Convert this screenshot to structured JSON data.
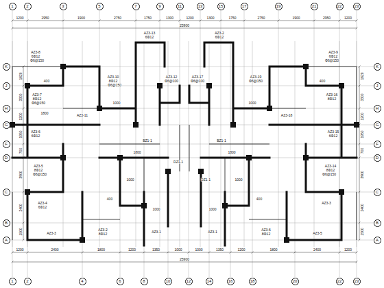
{
  "diagram": {
    "nodes": [
      {
        "text": [
          "1"
        ]
      },
      {
        "text": [
          "2"
        ]
      },
      {
        "text": [
          "3"
        ]
      },
      {
        "text": [
          "5"
        ]
      },
      {
        "text": [
          "7"
        ]
      },
      {
        "text": [
          "9"
        ]
      },
      {
        "text": [
          "11"
        ]
      },
      {
        "text": [
          "13"
        ]
      },
      {
        "text": [
          "15"
        ]
      },
      {
        "text": [
          "17"
        ]
      },
      {
        "text": [
          "19"
        ]
      },
      {
        "text": [
          "21"
        ]
      },
      {
        "text": [
          "22"
        ]
      },
      {
        "text": [
          "23"
        ]
      },
      {
        "text": [
          "K"
        ]
      },
      {
        "text": [
          "J"
        ]
      },
      {
        "text": [
          "H"
        ]
      },
      {
        "text": [
          "G"
        ]
      },
      {
        "text": [
          "F"
        ]
      },
      {
        "text": [
          "D"
        ]
      },
      {
        "text": [
          "C"
        ]
      },
      {
        "text": [
          "B"
        ]
      },
      {
        "text": [
          "A"
        ]
      },
      {
        "text": [
          "K"
        ]
      },
      {
        "text": [
          "J"
        ]
      },
      {
        "text": [
          "H"
        ]
      },
      {
        "text": [
          "G"
        ]
      },
      {
        "text": [
          "F"
        ]
      },
      {
        "text": [
          "D"
        ]
      },
      {
        "text": [
          "C"
        ]
      },
      {
        "text": [
          "B"
        ]
      },
      {
        "text": [
          "A"
        ]
      },
      {
        "text": [
          "1"
        ]
      },
      {
        "text": [
          "2"
        ]
      },
      {
        "text": [
          "4"
        ]
      },
      {
        "text": [
          "6"
        ]
      },
      {
        "text": [
          "8"
        ]
      },
      {
        "text": [
          "10"
        ]
      },
      {
        "text": [
          "12"
        ]
      },
      {
        "text": [
          "14"
        ]
      },
      {
        "text": [
          "16"
        ]
      },
      {
        "text": [
          "18"
        ]
      },
      {
        "text": [
          "20"
        ]
      },
      {
        "text": [
          "22"
        ]
      },
      {
        "text": [
          "23"
        ]
      }
    ],
    "labels": [
      "1200",
      "2950",
      "1900",
      "2750",
      "1750",
      "1300",
      "1200",
      "1300",
      "1750",
      "2750",
      "1900",
      "2950",
      "1200",
      "25900",
      "1200",
      "2400",
      "1800",
      "1200",
      "1350",
      "1000",
      "1000",
      "1350",
      "1200",
      "1800",
      "2400",
      "1200",
      "25900",
      "1620",
      "3300",
      "1200",
      "1950",
      "700",
      "3900",
      "2400",
      "1500",
      "1620",
      "3300",
      "1200",
      "1950",
      "700",
      "3900",
      "2400",
      "1500",
      "AZ3-8",
      "6Φ12",
      "Φ6@150",
      "400",
      "AZ3-7",
      "8Φ12",
      "Φ6@150",
      "1800",
      "AZ3-6",
      "6Φ12",
      "AZ3-5",
      "8Φ12",
      "Φ6@150",
      "AZ3-4",
      "6Φ12",
      "AZ3-3",
      "AZ3-2",
      "8Φ12",
      "AZ3-1",
      "AZ3-10",
      "8Φ12",
      "Φ6@150",
      "AZ3-11",
      "1000",
      "AZ3-13",
      "6Φ12",
      "AZ3-12",
      "Φ6@100",
      "BZ1-1",
      "1800",
      "DZ1-1",
      "1000",
      "400",
      "1000",
      "AZ3-9",
      "6Φ12",
      "Φ6@150",
      "400",
      "AZ3-16",
      "8Φ12",
      "AZ3-15",
      "6Φ12",
      "AZ3-14",
      "8Φ12",
      "Φ6@150",
      "AZ3-3",
      "AZ3-5",
      "AZ3-6",
      "8Φ12",
      "AZ3-1",
      "AZ3-19",
      "Φ6@150",
      "AZ3-18",
      "1000",
      "AZ3-2",
      "6Φ12",
      "AZ3-17",
      "Φ6@100",
      "BZ1-1",
      "1800",
      "DZ1-1",
      "1000",
      "400",
      "1000"
    ]
  }
}
